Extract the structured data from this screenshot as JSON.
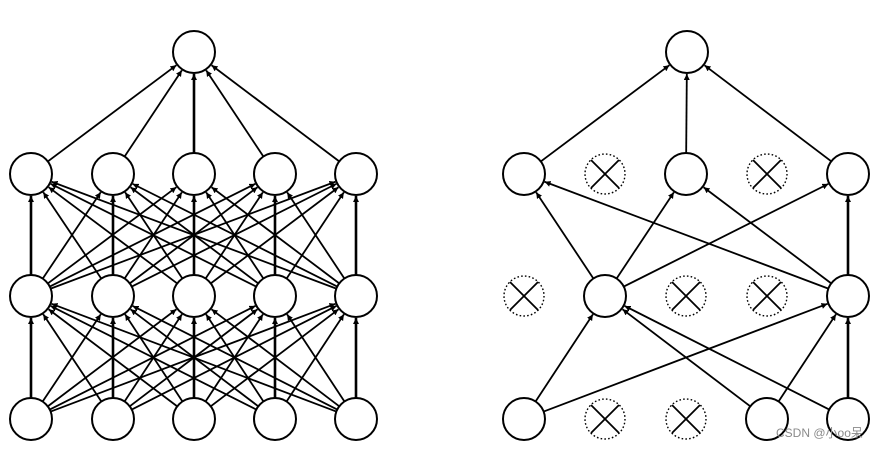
{
  "diagram": {
    "panels": [
      {
        "id": "standard",
        "layers": [
          {
            "nodes": [
              {
                "state": "active"
              },
              {
                "state": "active"
              },
              {
                "state": "active"
              },
              {
                "state": "active"
              },
              {
                "state": "active"
              }
            ]
          },
          {
            "nodes": [
              {
                "state": "active"
              },
              {
                "state": "active"
              },
              {
                "state": "active"
              },
              {
                "state": "active"
              },
              {
                "state": "active"
              }
            ]
          },
          {
            "nodes": [
              {
                "state": "active"
              },
              {
                "state": "active"
              },
              {
                "state": "active"
              },
              {
                "state": "active"
              },
              {
                "state": "active"
              }
            ]
          },
          {
            "nodes": [
              {
                "state": "active"
              }
            ]
          }
        ],
        "connectivity": "full"
      },
      {
        "id": "dropout",
        "layers": [
          {
            "nodes": [
              {
                "state": "active"
              },
              {
                "state": "dropped"
              },
              {
                "state": "dropped"
              },
              {
                "state": "active"
              },
              {
                "state": "active"
              }
            ]
          },
          {
            "nodes": [
              {
                "state": "dropped"
              },
              {
                "state": "active"
              },
              {
                "state": "dropped"
              },
              {
                "state": "dropped"
              },
              {
                "state": "active"
              }
            ]
          },
          {
            "nodes": [
              {
                "state": "active"
              },
              {
                "state": "dropped"
              },
              {
                "state": "active"
              },
              {
                "state": "dropped"
              },
              {
                "state": "active"
              }
            ]
          },
          {
            "nodes": [
              {
                "state": "active"
              }
            ]
          }
        ],
        "connectivity": "active-only"
      }
    ],
    "colors": {
      "stroke": "#000000",
      "node_fill": "#ffffff",
      "watermark": "#8a8a8a"
    }
  },
  "watermark": {
    "text": "CSDN @小oo呆"
  }
}
